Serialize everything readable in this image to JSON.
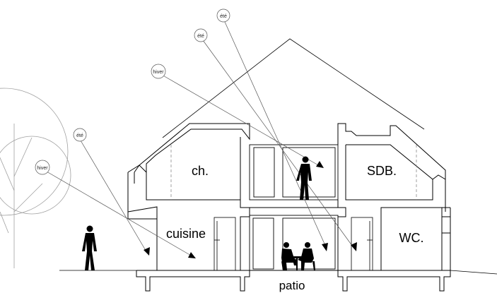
{
  "sun_labels": {
    "ete_top": "été",
    "ete_mid": "été",
    "hiver_mid": "hiver",
    "ete_left": "été",
    "hiver_left": "hiver"
  },
  "rooms": {
    "bedroom": "ch.",
    "bathroom": "SDB.",
    "kitchen": "cuisine",
    "wc": "WC.",
    "patio": "patio"
  },
  "colors": {
    "line": "#000000",
    "thin_line": "#555555",
    "tree": "#9a9a9a",
    "dashed": "#8a8a8a",
    "fill": "#ffffff",
    "figure": "#000000"
  }
}
